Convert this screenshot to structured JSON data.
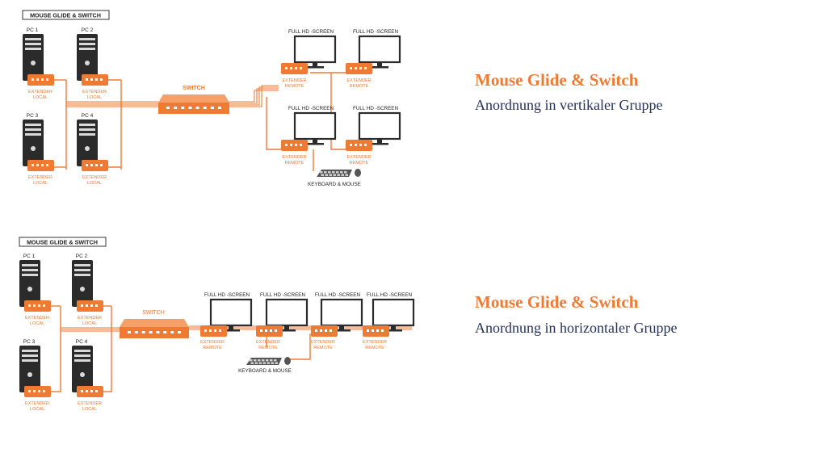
{
  "colors": {
    "accent": "#ee7a34",
    "subtitle": "#25315c",
    "line": "#ee7a34",
    "device": "#2b2b2b"
  },
  "icons": [
    "pc-tower-icon",
    "extender-box-icon",
    "switch-box-icon",
    "monitor-icon",
    "keyboard-mouse-icon"
  ],
  "vertical": {
    "title": "MOUSE GLIDE & SWITCH",
    "heading": "Mouse Glide  & Switch",
    "subtitle": "Anordnung in vertikaler Gruppe",
    "pcs": [
      "PC 1",
      "PC 2",
      "PC 3",
      "PC 4"
    ],
    "local_label": [
      "EXTENDER",
      "LOCAL"
    ],
    "switch_label": "SWITCH",
    "screen_label": "FULL HD -SCREEN",
    "remote_label": [
      "EXTENDER",
      "REMOTE"
    ],
    "km_label": "KEYBOARD & MOUSE"
  },
  "horizontal": {
    "title": "MOUSE GLIDE & SWITCH",
    "heading": "Mouse Glide  & Switch",
    "subtitle": "Anordnung in horizontaler Gruppe",
    "pcs": [
      "PC 1",
      "PC 2",
      "PC 3",
      "PC 4"
    ],
    "local_label": [
      "EXTENDER",
      "LOCAL"
    ],
    "switch_label": "SWITCH",
    "screen_label": "FULL HD -SCREEN",
    "remote_label": [
      "EXTENDER",
      "REMOTE"
    ],
    "km_label": "KEYBOARD & MOUSE"
  }
}
